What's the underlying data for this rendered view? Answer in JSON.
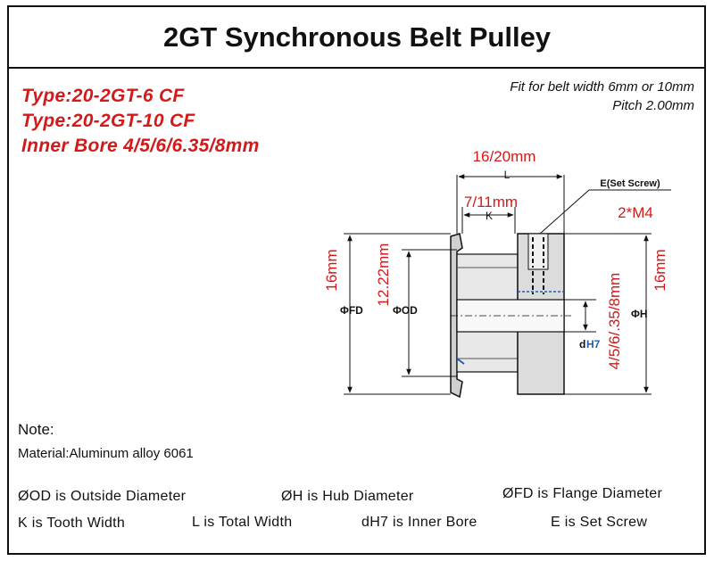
{
  "title": "2GT Synchronous Belt Pulley",
  "types": [
    "Type:20-2GT-6 CF",
    "Type:20-2GT-10 CF",
    "Inner Bore 4/5/6/6.35/8mm"
  ],
  "specs": [
    "Fit for belt width 6mm or 10mm",
    "Pitch 2.00mm"
  ],
  "dimensions": {
    "total_width": "16/20mm",
    "total_width_symbol": "L",
    "tooth_width": "7/11mm",
    "tooth_width_symbol": "K",
    "set_screw_label": "E(Set Screw)",
    "set_screw_value": "2*M4",
    "flange_height": "16mm",
    "outside_dia": "12.22mm",
    "hub_height": "16mm",
    "bore_sizes": "4/5/6/.35/8mm",
    "fd_symbol": "ΦFD",
    "od_symbol": "ΦOD",
    "h_symbol": "ΦH",
    "bore_symbol_d": "d",
    "bore_symbol_h7": "H7"
  },
  "note": {
    "title": "Note:",
    "material": "Material:Aluminum alloy 6061"
  },
  "legend": [
    "ØOD is Outside Diameter",
    "ØH is Hub Diameter",
    "ØFD is Flange Diameter",
    "K is Tooth Width",
    "L is Total Width",
    "dH7 is Inner Bore",
    "E is Set Screw"
  ],
  "colors": {
    "accent_red": "#d21a1a",
    "bore_blue": "#1f5fb0",
    "line": "#111111",
    "part_fill": "#e4e4e4"
  }
}
